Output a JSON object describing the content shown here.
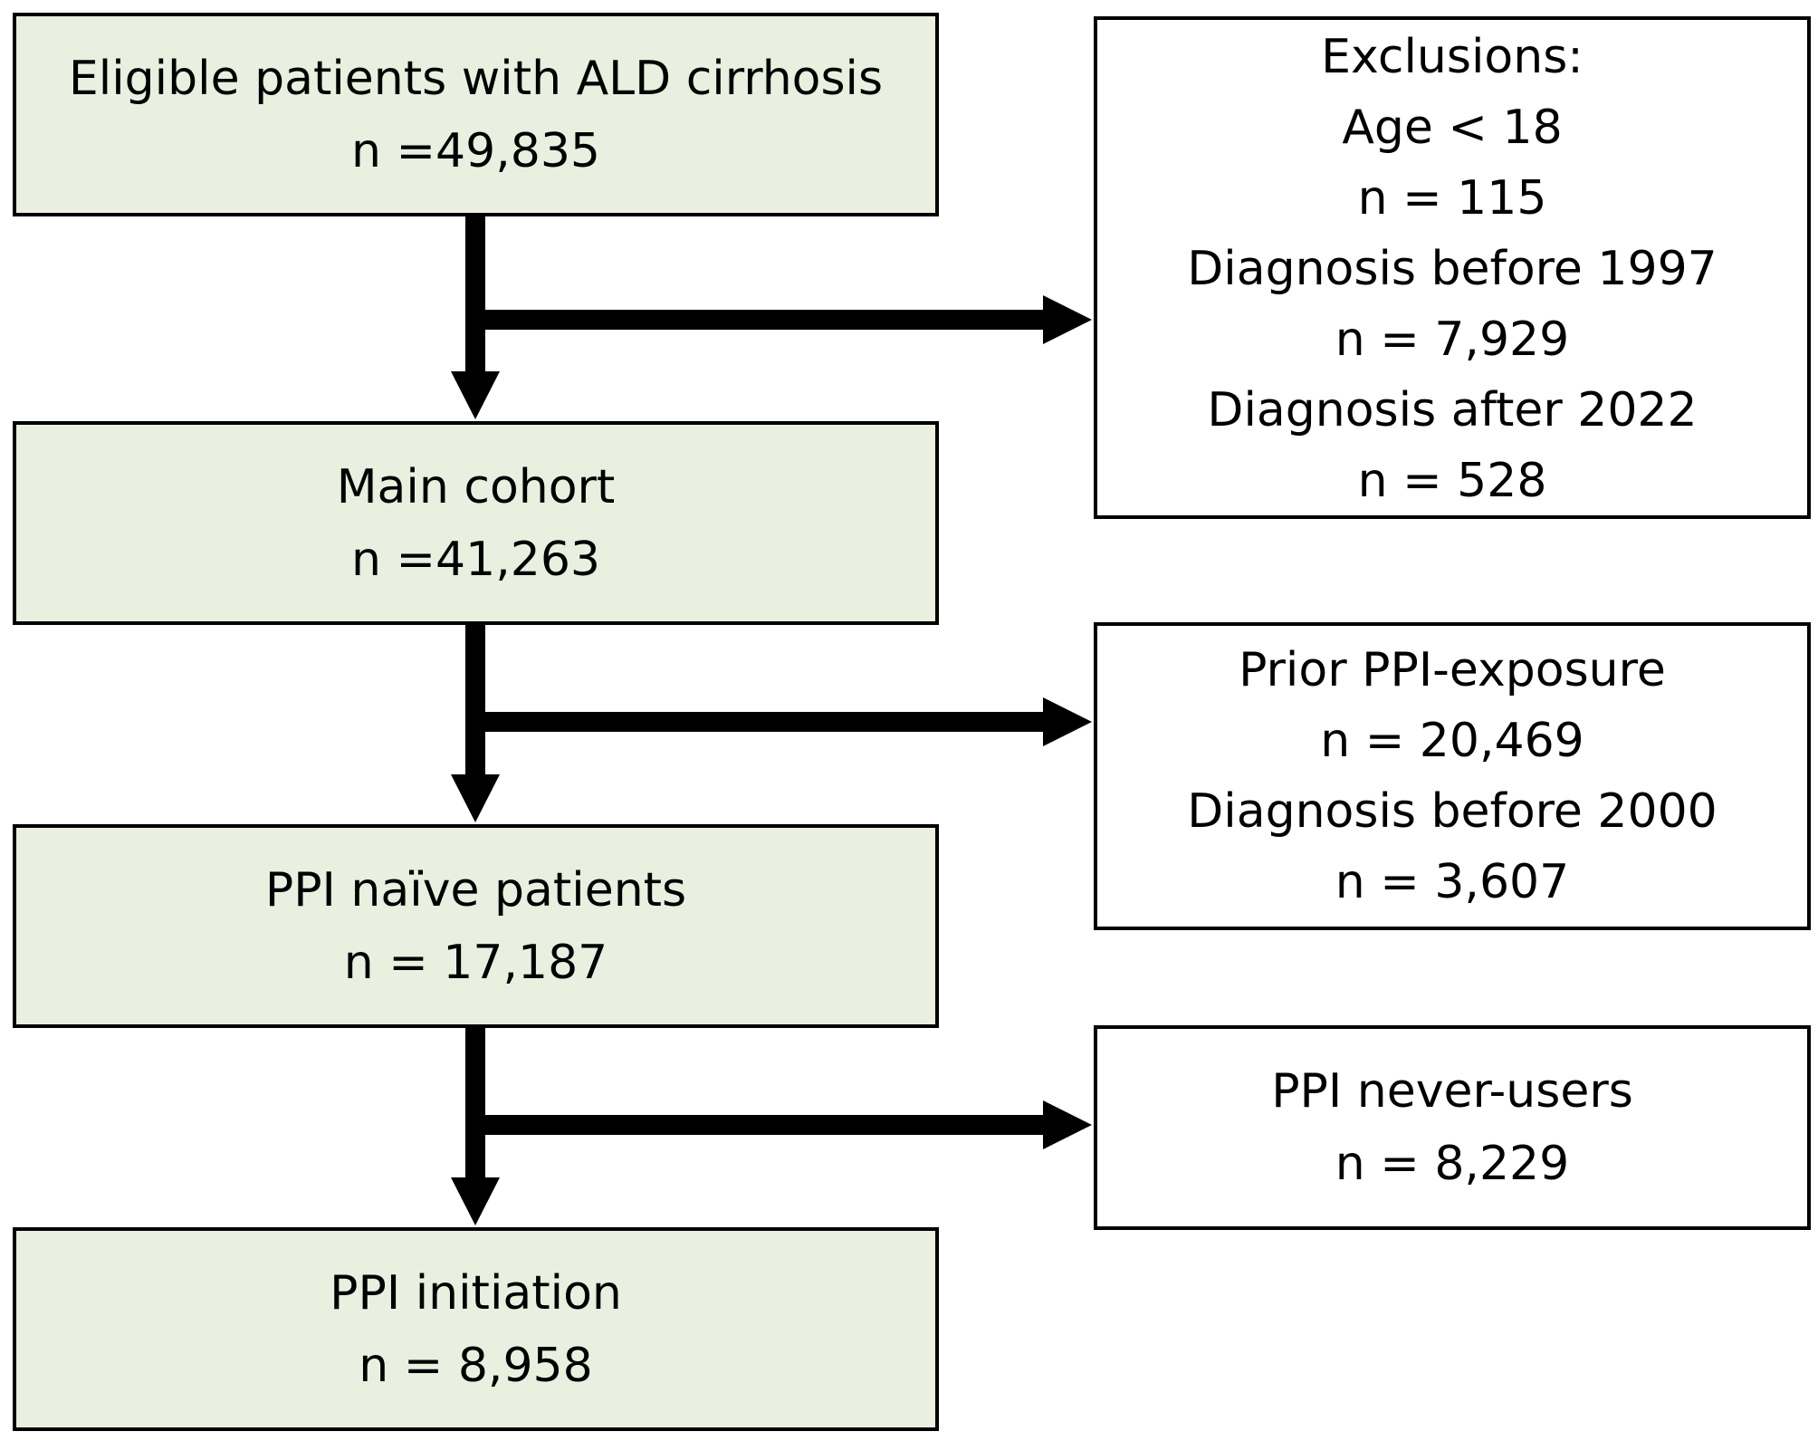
{
  "flow": {
    "eligible": {
      "title": "Eligible patients with ALD cirrhosis",
      "count": "n =49,835"
    },
    "main_cohort": {
      "title": "Main cohort",
      "count": "n =41,263"
    },
    "ppi_naive": {
      "title": "PPI naïve patients",
      "count": "n = 17,187"
    },
    "ppi_initiation": {
      "title": "PPI initiation",
      "count": "n = 8,958"
    }
  },
  "exclusions": {
    "title": "Exclusions:",
    "items": [
      {
        "label": "Age < 18",
        "count": "n = 115"
      },
      {
        "label": "Diagnosis before 1997",
        "count": "n = 7,929"
      },
      {
        "label": "Diagnosis after 2022",
        "count": "n = 528"
      }
    ]
  },
  "prior_exclusions": {
    "items": [
      {
        "label": "Prior PPI-exposure",
        "count": "n = 20,469"
      },
      {
        "label": "Diagnosis before 2000",
        "count": "n = 3,607"
      }
    ]
  },
  "never_users": {
    "title": "PPI never-users",
    "count": "n = 8,229"
  },
  "colors": {
    "main_box_fill": "#e9f0e0",
    "border": "#000000",
    "arrow": "#000000"
  }
}
